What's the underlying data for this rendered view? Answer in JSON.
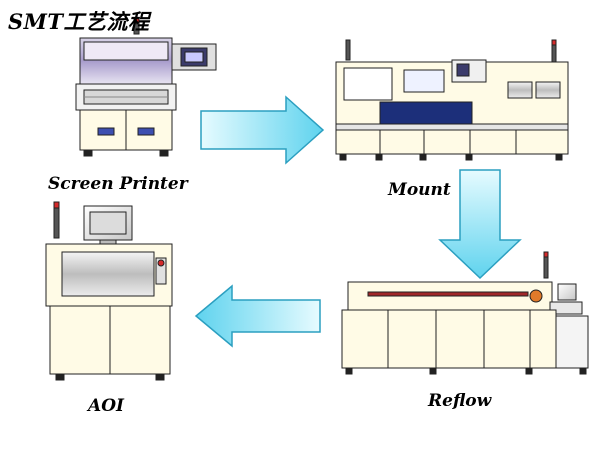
{
  "title": "SMT工艺流程",
  "stages": {
    "printer": "Screen Printer",
    "mount": "Mount",
    "reflow": "Reflow",
    "aoi": "AOI"
  },
  "colors": {
    "arrow_fill_light": "#e6fbff",
    "arrow_fill_dark": "#5fd3ee",
    "arrow_stroke": "#2b9fc0",
    "machine_body": "#fffbe6",
    "machine_outline": "#222222",
    "mount_belt": "#1c2f7a",
    "reflow_stripe": "#a0282a",
    "signal_red": "#d42a2a",
    "accent_blue": "#3d4fb0"
  },
  "icons": [
    "screen-printer-machine",
    "mount-machine",
    "reflow-oven",
    "aoi-machine",
    "flow-arrow-right",
    "flow-arrow-down",
    "flow-arrow-left"
  ]
}
